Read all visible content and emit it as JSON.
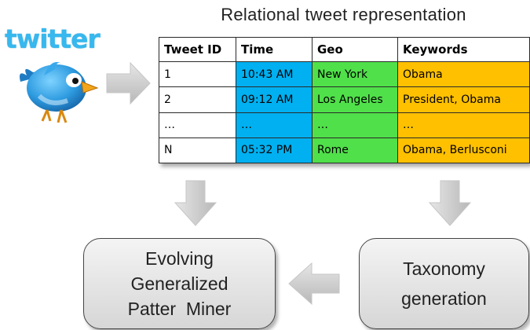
{
  "logo": {
    "text": "twitter"
  },
  "title": "Relational tweet representation",
  "table": {
    "headers": [
      "Tweet ID",
      "Time",
      "Geo",
      "Keywords"
    ],
    "rows": [
      [
        "1",
        "10:43 AM",
        "New York",
        "Obama"
      ],
      [
        "2",
        "09:12 AM",
        "Los Angeles",
        "President, Obama"
      ],
      [
        "…",
        "…",
        "…",
        "…"
      ],
      [
        "N",
        "05:32 PM",
        "Rome",
        "Obama, Berlusconi"
      ]
    ],
    "column_colors": [
      "#ffffff",
      "#00b0f0",
      "#50e04a",
      "#ffc000"
    ]
  },
  "miner_box": {
    "lines": [
      "Evolving",
      "Generalized",
      "Patter  Miner"
    ]
  },
  "taxonomy_box": {
    "lines": [
      "Taxonomy",
      "generation"
    ]
  },
  "icons": {
    "bird": "twitter-bird-icon",
    "arrows": "block-arrow-icon"
  }
}
